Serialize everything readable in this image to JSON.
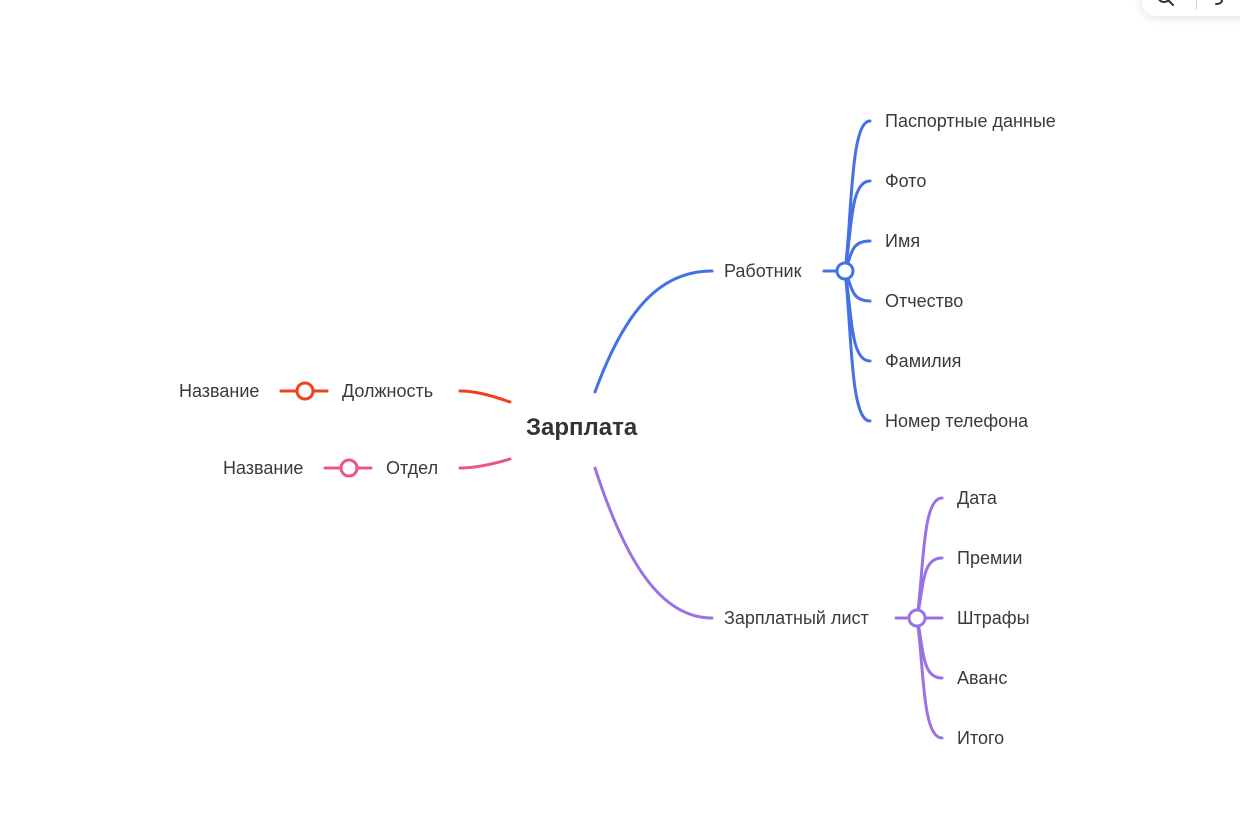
{
  "root": {
    "label": "Зарплата"
  },
  "branches": {
    "worker": {
      "label": "Работник",
      "color": "#4470e8",
      "children": [
        "Паспортные данные",
        "Фото",
        "Имя",
        "Отчество",
        "Фамилия",
        "Номер телефона"
      ]
    },
    "payslip": {
      "label": "Зарплатный лист",
      "color": "#9b72e3",
      "children": [
        "Дата",
        "Премии",
        "Штрафы",
        "Аванс",
        "Итого"
      ]
    },
    "position": {
      "label": "Должность",
      "color": "#f0401c",
      "child": "Название"
    },
    "department": {
      "label": "Отдел",
      "color": "#e9558e",
      "child": "Название"
    }
  },
  "toolbar": {
    "icons": [
      "search-icon",
      "undo-icon"
    ]
  }
}
